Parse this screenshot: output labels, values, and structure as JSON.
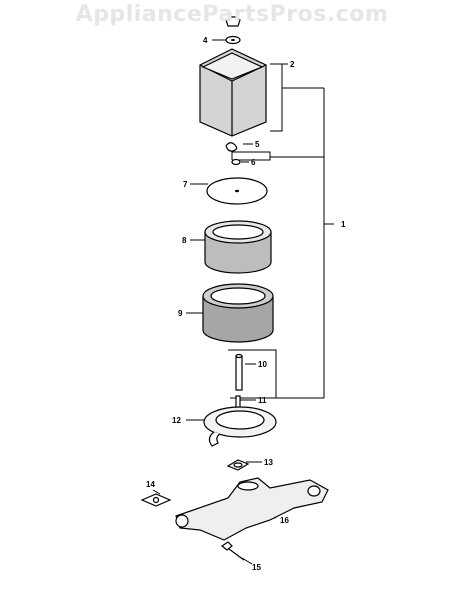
{
  "watermark": "AppliancePartsPros.com",
  "callouts": {
    "c1": "1",
    "c2": "2",
    "c4": "4",
    "c5": "5",
    "c6": "6",
    "c7": "7",
    "c8": "8",
    "c9": "9",
    "c10": "10",
    "c11": "11",
    "c12": "12",
    "c13": "13",
    "c14": "14",
    "c15": "15",
    "c16": "16"
  }
}
